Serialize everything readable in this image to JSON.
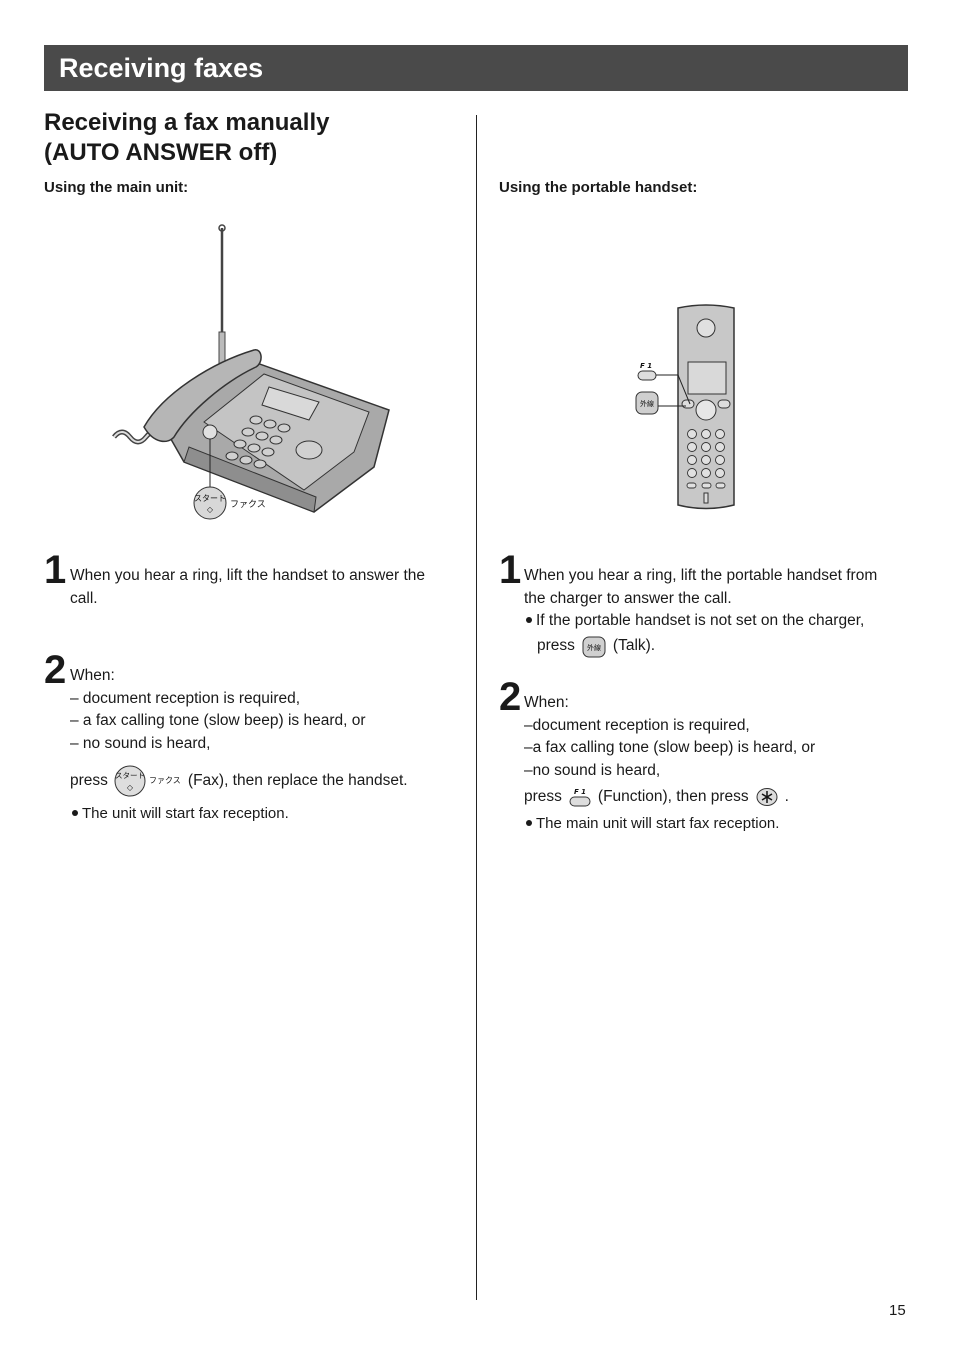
{
  "banner": {
    "title": "Receiving faxes"
  },
  "section": {
    "title_line1": "Receiving a fax manually",
    "title_line2": "(AUTO ANSWER off)"
  },
  "left": {
    "subhead": "Using the main unit:",
    "button_label_start": "スタート",
    "button_label_fax": "ファクス",
    "step1": {
      "num": "1",
      "line1": "When you hear a ring, lift the handset to answer the",
      "line2": "call."
    },
    "step2": {
      "num": "2",
      "when": "When:",
      "items": [
        "– document reception is required,",
        "– a fax calling tone (slow beep) is heard, or",
        "– no sound is heard,"
      ],
      "press": "press",
      "after": "(Fax), then replace the handset.",
      "bullet": "The unit will start fax reception."
    }
  },
  "right": {
    "subhead": "Using the portable handset:",
    "f1_label": "F 1",
    "talk_label": "外線",
    "step1": {
      "num": "1",
      "line1": "When you hear a ring, lift the portable handset from",
      "line2": "the charger to answer the call.",
      "bullet_line1": "If the portable handset is not set on the charger,",
      "bullet_press": "press",
      "bullet_after": "(Talk)."
    },
    "step2": {
      "num": "2",
      "when": "When:",
      "items": [
        "–document reception is required,",
        "–a fax calling tone (slow beep) is heard, or",
        "–no sound is heard,"
      ],
      "press": "press",
      "middle": "(Function), then press",
      "end": ".",
      "bullet": "The main unit will start fax reception."
    }
  },
  "page_number": "15"
}
